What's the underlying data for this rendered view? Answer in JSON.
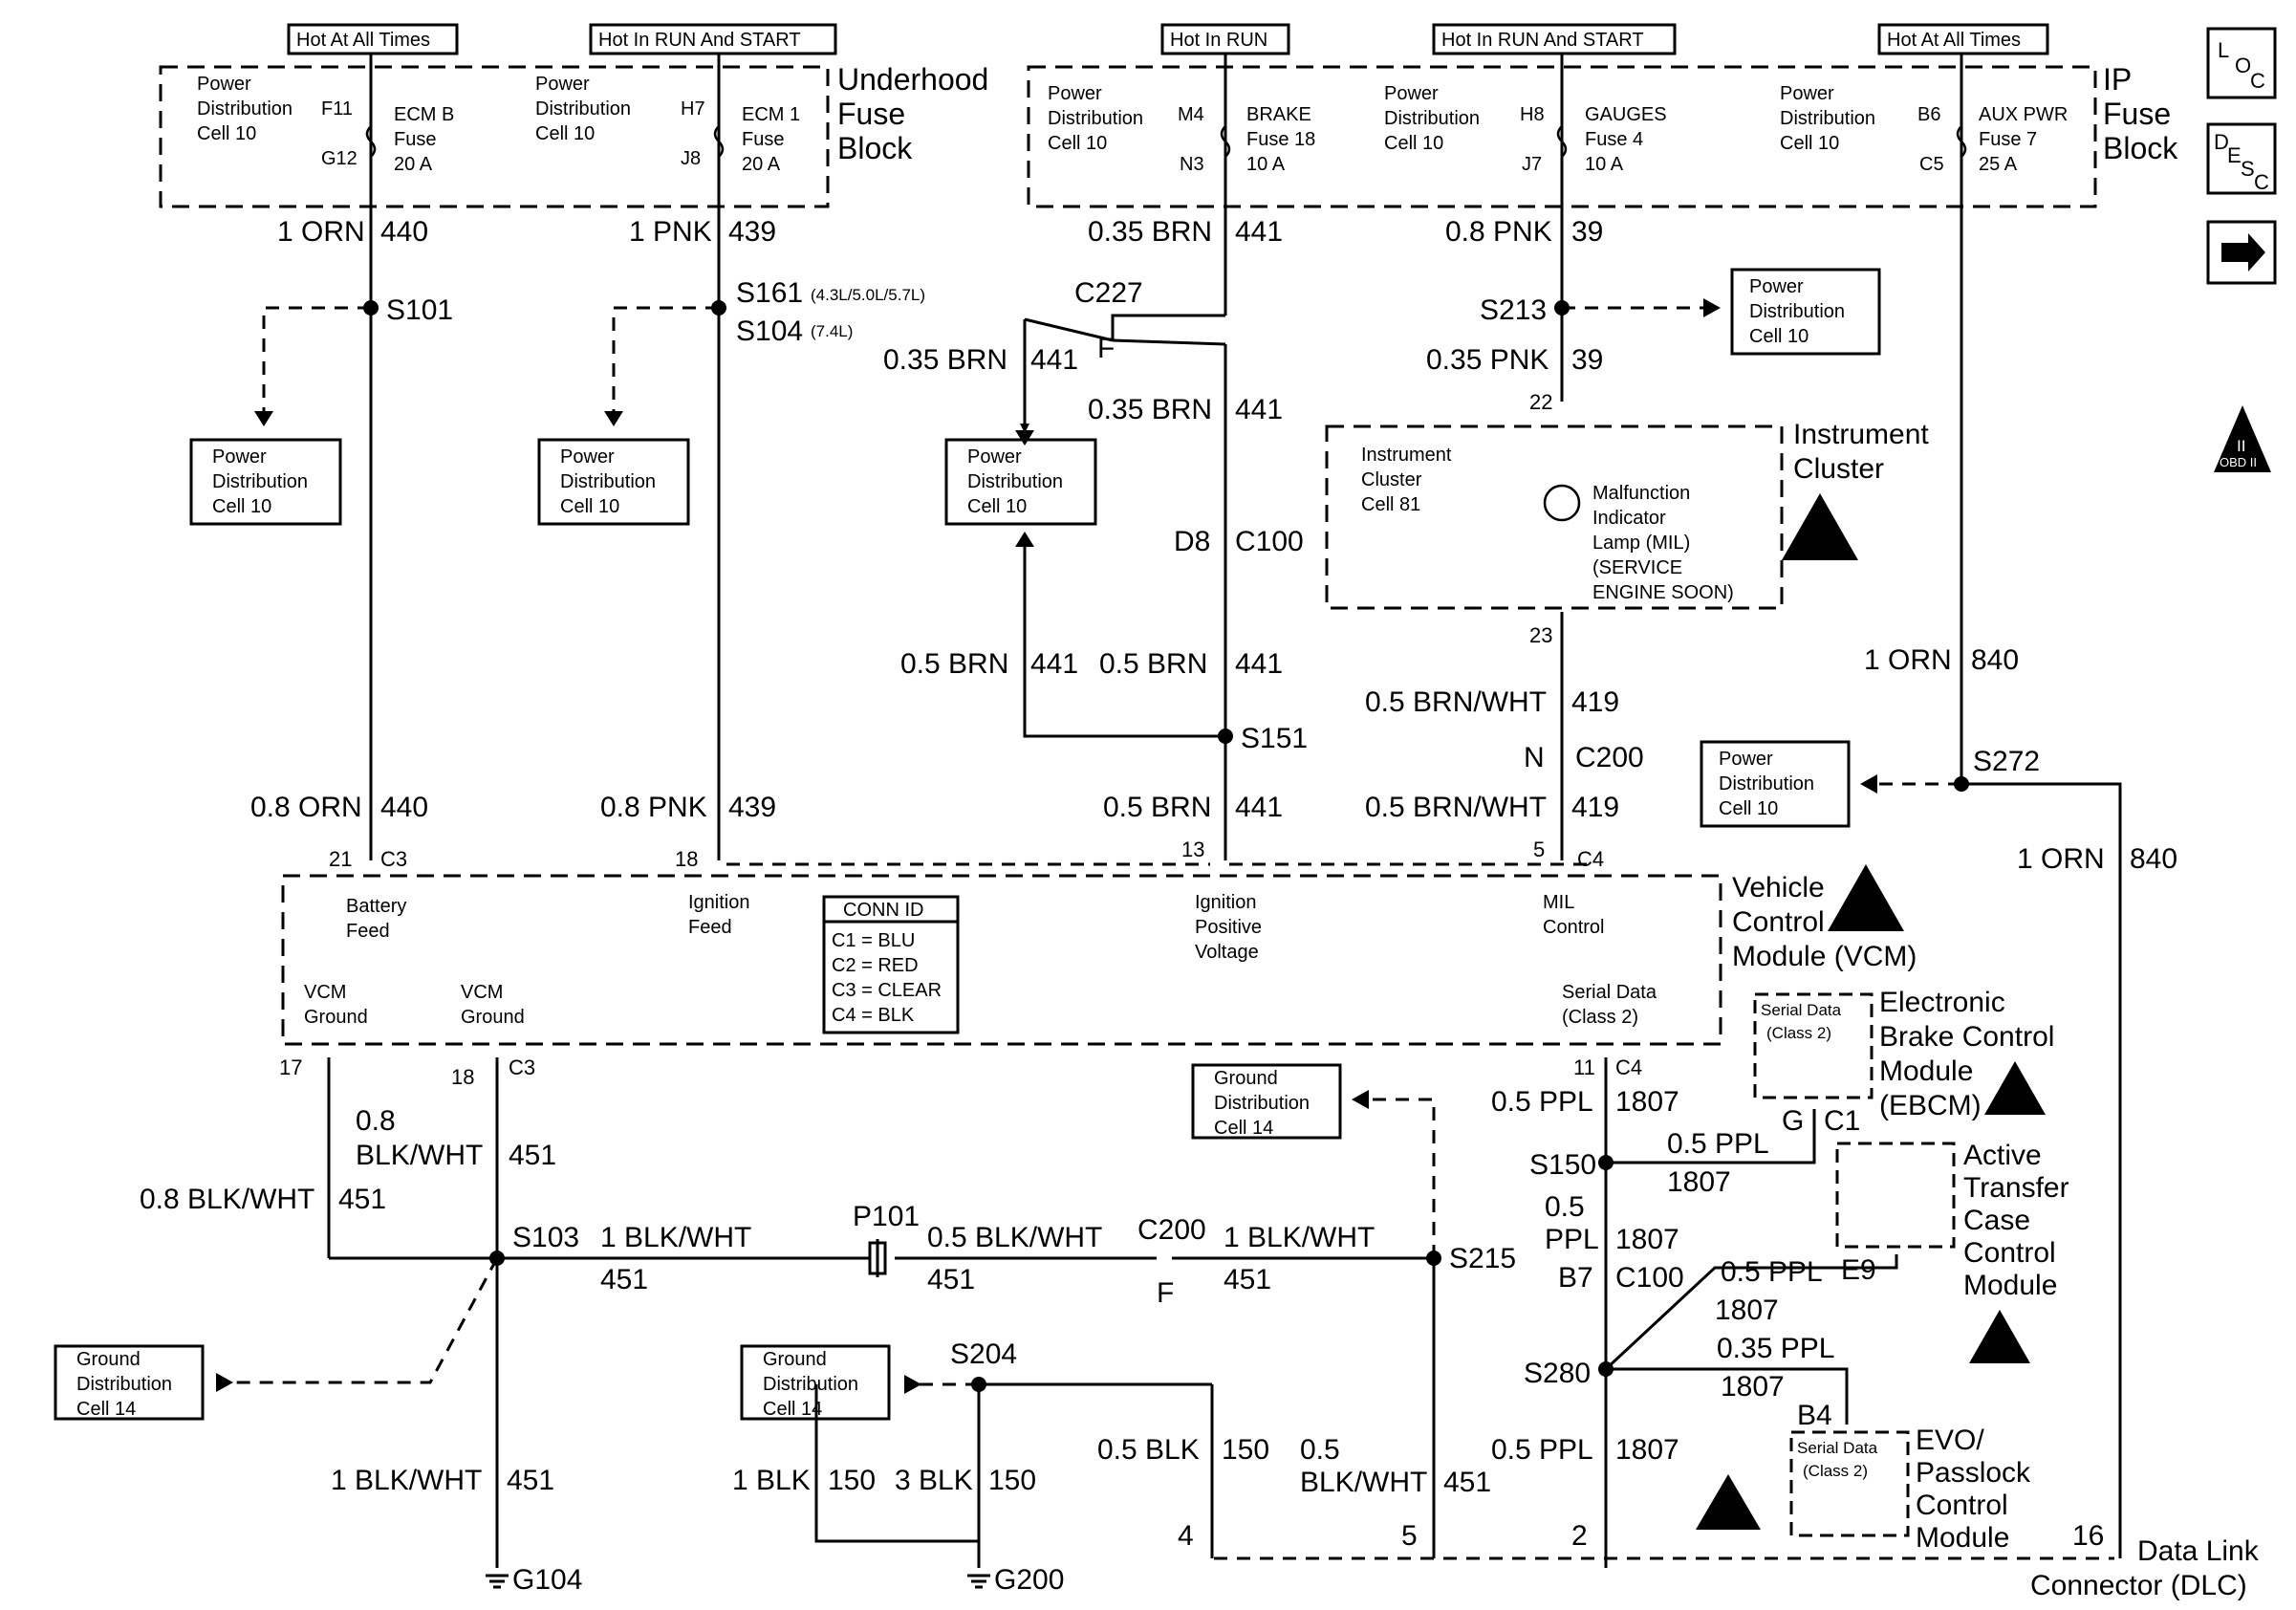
{
  "hot_labels": [
    "Hot At All Times",
    "Hot In RUN And START",
    "Hot In RUN",
    "Hot In RUN And START",
    "Hot At All Times"
  ],
  "underhood": {
    "title": [
      "Underhood",
      "Fuse",
      "Block"
    ],
    "pd": [
      "Power",
      "Distribution",
      "Cell 10"
    ],
    "fuse1": {
      "top": "F11",
      "bot": "G12",
      "name": [
        "ECM B",
        "Fuse",
        "20 A"
      ]
    },
    "fuse2": {
      "top": "H7",
      "bot": "J8",
      "name": [
        "ECM 1",
        "Fuse",
        "20 A"
      ]
    }
  },
  "ip": {
    "title": [
      "IP",
      "Fuse",
      "Block"
    ],
    "pd": [
      "Power",
      "Distribution",
      "Cell 10"
    ],
    "fuse1": {
      "top": "M4",
      "bot": "N3",
      "name": [
        "BRAKE",
        "Fuse 18",
        "10 A"
      ]
    },
    "fuse2": {
      "top": "H8",
      "bot": "J7",
      "name": [
        "GAUGES",
        "Fuse 4",
        "10 A"
      ]
    },
    "fuse3": {
      "top": "B6",
      "bot": "C5",
      "name": [
        "AUX PWR",
        "Fuse 7",
        "25 A"
      ]
    }
  },
  "side_icons": {
    "loc": [
      "L",
      "O",
      "C"
    ],
    "desc": [
      "D",
      "E",
      "S",
      "C"
    ],
    "obd": [
      "II",
      "OBD II"
    ]
  },
  "wires": {
    "w440a": "1 ORN",
    "n440": "440",
    "w439a": "1 PNK",
    "n439": "439",
    "w441a": "0.35 BRN",
    "n441": "441",
    "w39a": "0.8 PNK",
    "n39": "39",
    "s101": "S101",
    "s161": "S161",
    "s161note": "(4.3L/5.0L/5.7L)",
    "s104": "S104",
    "s104note": "(7.4L)",
    "c227": "C227",
    "c227f": "F",
    "w441b": "0.35 BRN",
    "w441c": "0.35 BRN",
    "s213": "S213",
    "w39b": "0.35 PNK",
    "pin22": "22",
    "pin23": "23",
    "d8": "D8",
    "c100": "C100",
    "w441d": "0.5 BRN",
    "w441e": "0.5 BRN",
    "s151": "S151",
    "w419a": "0.5 BRN/WHT",
    "n419": "419",
    "cN": "N",
    "c200a": "C200",
    "w840a": "1 ORN",
    "n840": "840",
    "s272": "S272",
    "w440b": "0.8 ORN",
    "w439b": "0.8 PNK",
    "w441f": "0.5 BRN",
    "w419b": "0.5 BRN/WHT",
    "w840b": "1 ORN",
    "pin21": "21",
    "c3a": "C3",
    "pin18a": "18",
    "pin13": "13",
    "pin5a": "5",
    "c4a": "C4",
    "pin17": "17",
    "pin18b": "18",
    "c3b": "C3",
    "pin11": "11",
    "c4b": "C4",
    "w451a": "0.8",
    "w451aa": "BLK/WHT",
    "n451": "451",
    "w451b": "0.8 BLK/WHT",
    "w1807a": "0.5 PPL",
    "n1807": "1807",
    "s150": "S150",
    "w1807b": "0.5 PPL",
    "w1807c": "0.5",
    "w1807cc": "PPL",
    "b7": "B7",
    "c100b": "C100",
    "gA": "G",
    "c1": "C1",
    "e9": "E9",
    "w1807d": "0.5 PPL",
    "w1807e": "0.35 PPL",
    "s280": "S280",
    "b4": "B4",
    "w1807f": "0.5 PPL",
    "s103": "S103",
    "w451c": "1 BLK/WHT",
    "p101": "P101",
    "w451d": "0.5 BLK/WHT",
    "c200b": "C200",
    "c200f": "F",
    "w451e": "1 BLK/WHT",
    "s215": "S215",
    "s204": "S204",
    "w150a": "1 BLK",
    "n150": "150",
    "w150b": "3 BLK",
    "w150c": "0.5 BLK",
    "w451f": "0.5",
    "w451ff": "BLK/WHT",
    "w451g": "1 BLK/WHT",
    "g104": "G104",
    "g200": "G200",
    "dlc4": "4",
    "dlc5": "5",
    "dlc2": "2",
    "dlc16": "16"
  },
  "pd_boxes": {
    "pd": [
      "Power",
      "Distribution",
      "Cell 10"
    ],
    "gd": [
      "Ground",
      "Distribution",
      "Cell 14"
    ]
  },
  "cluster": {
    "cell": [
      "Instrument",
      "Cluster",
      "Cell 81"
    ],
    "mil": [
      "Malfunction",
      "Indicator",
      "Lamp (MIL)",
      "(SERVICE",
      "ENGINE SOON)"
    ],
    "title": [
      "Instrument",
      "Cluster"
    ]
  },
  "vcm": {
    "title": [
      "Vehicle",
      "Control",
      "Module (VCM)"
    ],
    "battery": [
      "Battery",
      "Feed"
    ],
    "ign": [
      "Ignition",
      "Feed"
    ],
    "ignpos": [
      "Ignition",
      "Positive",
      "Voltage"
    ],
    "mil": [
      "MIL",
      "Control"
    ],
    "gnd1": [
      "VCM",
      "Ground"
    ],
    "gnd2": [
      "VCM",
      "Ground"
    ],
    "serial": [
      "Serial Data",
      "(Class 2)"
    ],
    "conn_title": "CONN ID",
    "conn": [
      "C1 = BLU",
      "C2 = RED",
      "C3 = CLEAR",
      "C4 = BLK"
    ]
  },
  "ebcm": {
    "serial": [
      "Serial Data",
      "(Class 2)"
    ],
    "title": [
      "Electronic",
      "Brake Control",
      "Module",
      "(EBCM)"
    ]
  },
  "atcm": {
    "title": [
      "Active",
      "Transfer",
      "Case",
      "Control",
      "Module"
    ]
  },
  "evo": {
    "serial": [
      "Serial Data",
      "(Class 2)"
    ],
    "title": [
      "EVO/",
      "Passlock",
      "Control",
      "Module"
    ]
  },
  "dlc": {
    "title": [
      "Data Link",
      "Connector (DLC)"
    ]
  }
}
